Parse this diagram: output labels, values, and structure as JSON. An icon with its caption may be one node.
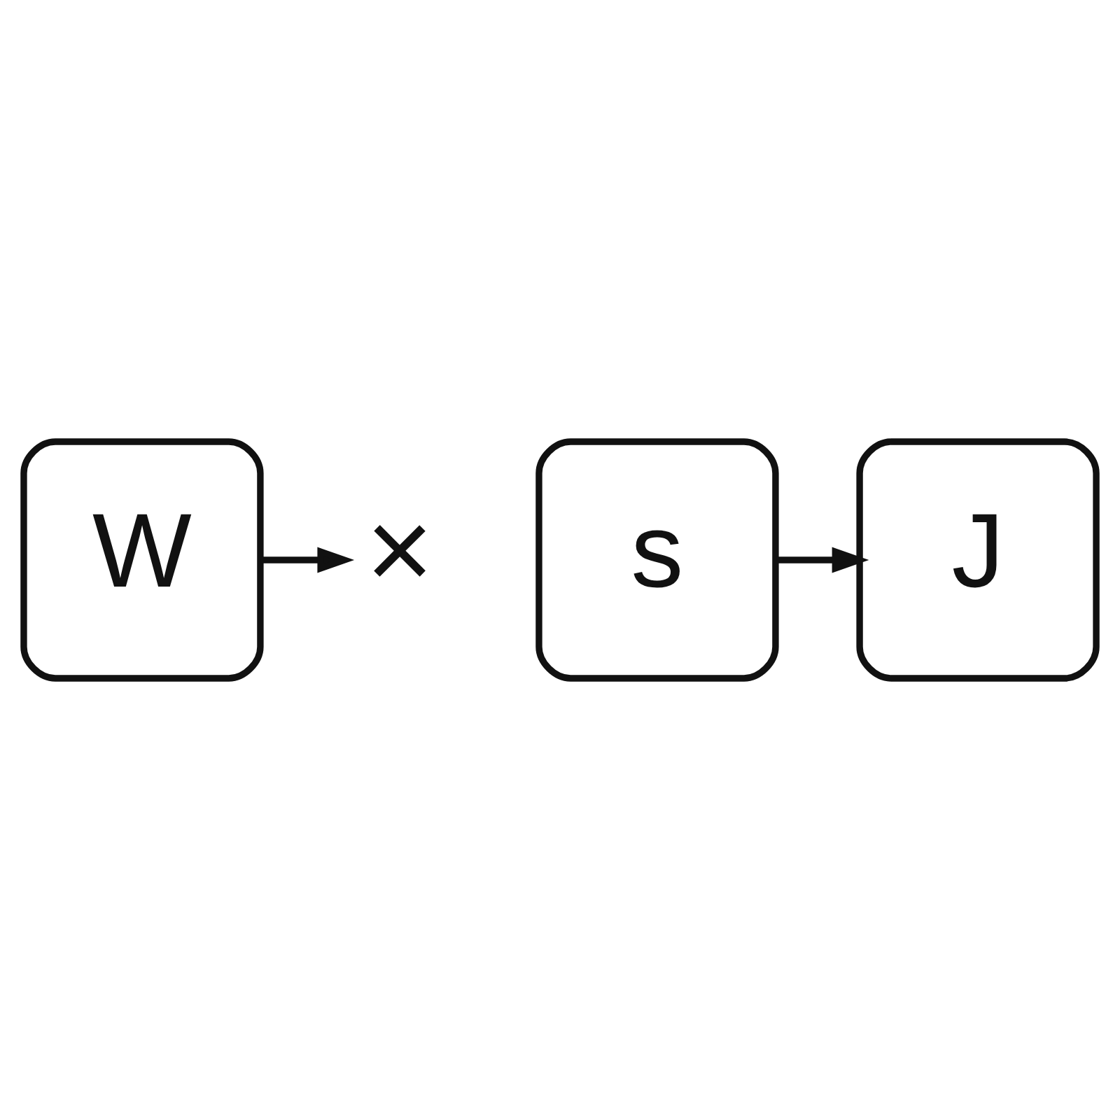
{
  "diagram": {
    "nodes": [
      {
        "text": [
          "W"
        ]
      },
      {
        "text": [
          "×"
        ]
      },
      {
        "text": [
          "s"
        ]
      },
      {
        "text": [
          "J"
        ]
      }
    ],
    "edges": [
      {
        "from": 0,
        "to": 1,
        "arrow": "to"
      },
      {
        "from": 2,
        "to": 3,
        "arrow": "to"
      }
    ]
  }
}
